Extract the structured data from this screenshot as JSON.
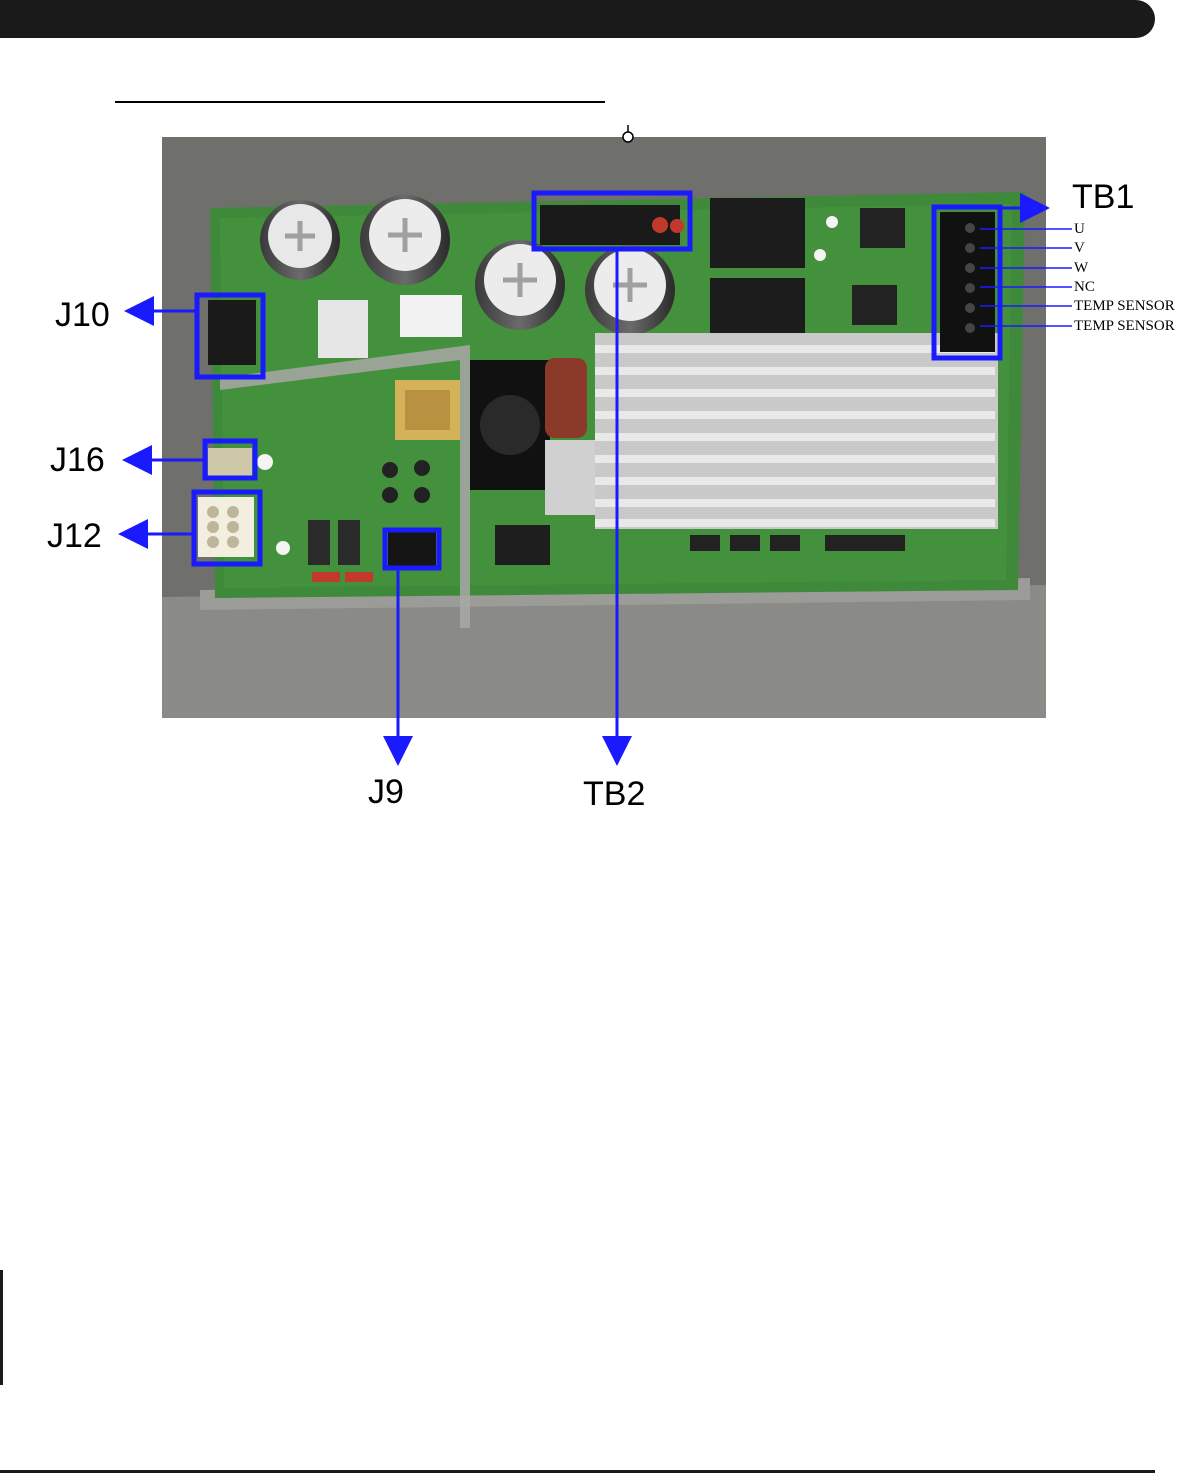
{
  "connectors": {
    "J10": "J10",
    "J16": "J16",
    "J12": "J12",
    "J9": "J9",
    "TB2": "TB2",
    "TB1": "TB1"
  },
  "tb1_pins": [
    "U",
    "V",
    "W",
    "NC",
    "TEMP SENSOR",
    "TEMP SENSOR"
  ],
  "colors": {
    "highlight": "#1a1aff",
    "board": "#3f8a3a",
    "heatsink": "#c9c9c9",
    "bracket": "#8a8a86"
  }
}
